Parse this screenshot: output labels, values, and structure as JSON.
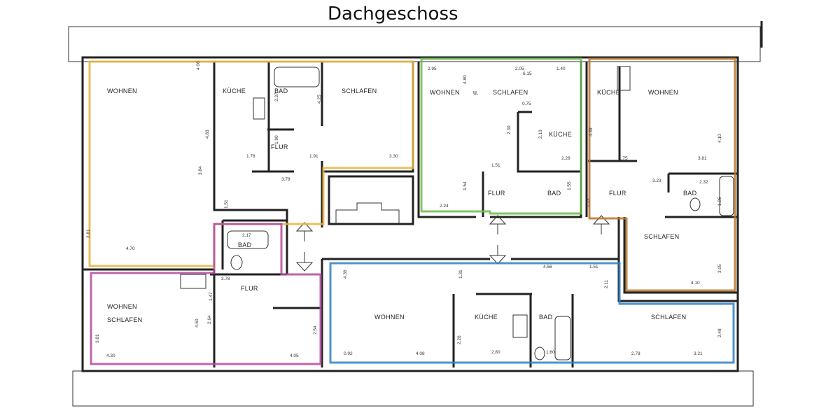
{
  "title": "Dachgeschoss",
  "units": [
    {
      "color": "#e6b440",
      "rooms": [
        "WOHNEN",
        "KÜCHE",
        "BAD",
        "FLUR",
        "SCHLAFEN"
      ]
    },
    {
      "color": "#b04a9c",
      "rooms": [
        "BAD",
        "FLUR",
        "WOHNEN",
        "SCHLAFEN"
      ]
    },
    {
      "color": "#6abb4a",
      "rooms": [
        "WOHNEN",
        "u.",
        "SCHLAFEN",
        "KÜCHE",
        "FLUR",
        "BAD"
      ]
    },
    {
      "color": "#b8742c",
      "rooms": [
        "KÜCHE",
        "WOHNEN",
        "FLUR",
        "BAD",
        "SCHLAFEN"
      ]
    },
    {
      "color": "#2f80c8",
      "rooms": [
        "WOHNEN",
        "KÜCHE",
        "BAD",
        "SCHLAFEN"
      ]
    }
  ],
  "dimensions": {
    "unit1": [
      "4 06",
      "3.84",
      "4.70",
      "2.81",
      "4.83",
      "1.78",
      "1.91",
      "3.30",
      "3.78",
      "1.90",
      "2.37",
      "4.25",
      "1.51"
    ],
    "unit2": [
      "2.17",
      "3.78",
      "4.30",
      "4.05",
      "4.60",
      "2.54",
      "1.47",
      "3.81",
      "2.64"
    ],
    "unit3": [
      "2.95",
      "2.05",
      "1.40",
      "6.15",
      "4.80",
      "0.75",
      "2.30",
      "2.10",
      "1.51",
      "2.28",
      "2.24",
      "1.54",
      "1.55"
    ],
    "unit4": [
      "4.39",
      "1.75",
      "3.81",
      "4.10",
      "3.23",
      "2.32",
      "1.25",
      "1.23",
      "4.10",
      "3.05"
    ],
    "unit5": [
      "4.36",
      "1.31",
      "4.56",
      "1.51",
      "2.11",
      "2.26",
      "2.80",
      "1.60",
      "2.78",
      "3.21",
      "2.48",
      "0.92",
      "4.08"
    ]
  }
}
